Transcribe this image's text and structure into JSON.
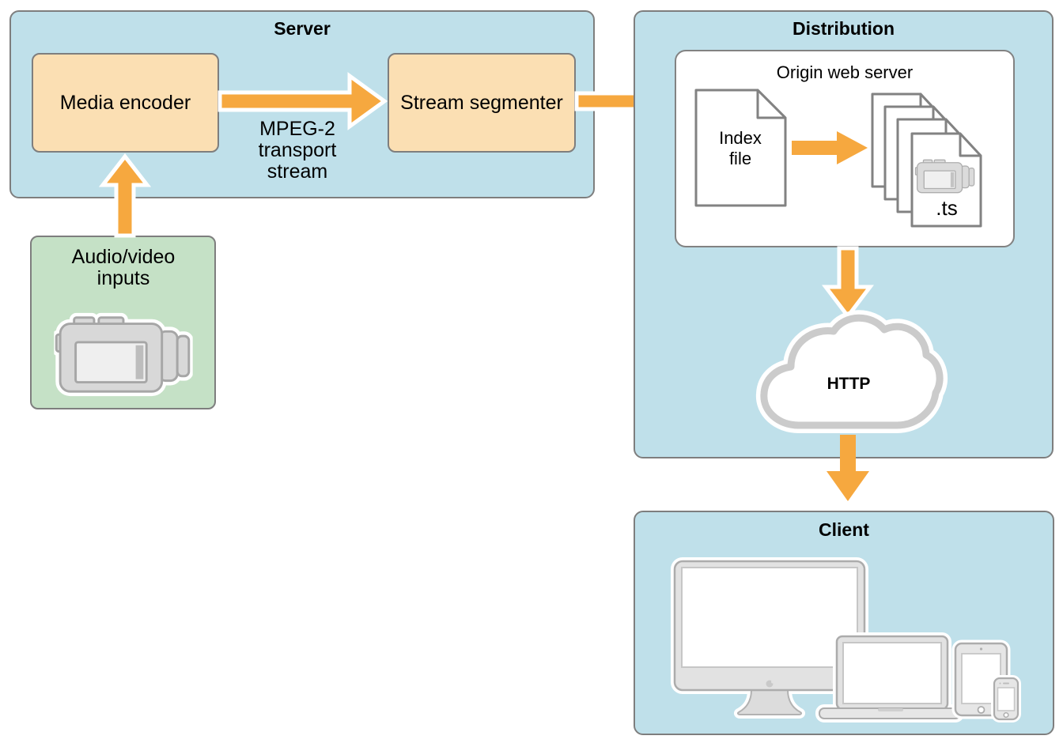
{
  "colors": {
    "panel_fill": "#BFE0EA",
    "panel_border": "#7E7E7E",
    "orange_node_fill": "#FBDFB3",
    "green_node_fill": "#C5E1C6",
    "arrow_orange": "#F6A83F",
    "document_border": "#828282",
    "cloud_border": "#CBCBCB",
    "device_gray": "#E2E2E2",
    "text": "#000000"
  },
  "server": {
    "title": "Server",
    "media_encoder_label": "Media encoder",
    "stream_segmenter_label": "Stream segmenter",
    "mpeg_arrow_label": "MPEG-2 transport stream"
  },
  "inputs": {
    "label": "Audio/video inputs"
  },
  "distribution": {
    "title": "Distribution",
    "origin_server_label": "Origin web server",
    "index_file_label": "Index file",
    "ts_file_label": ".ts",
    "cloud_label": "HTTP"
  },
  "client": {
    "title": "Client"
  }
}
